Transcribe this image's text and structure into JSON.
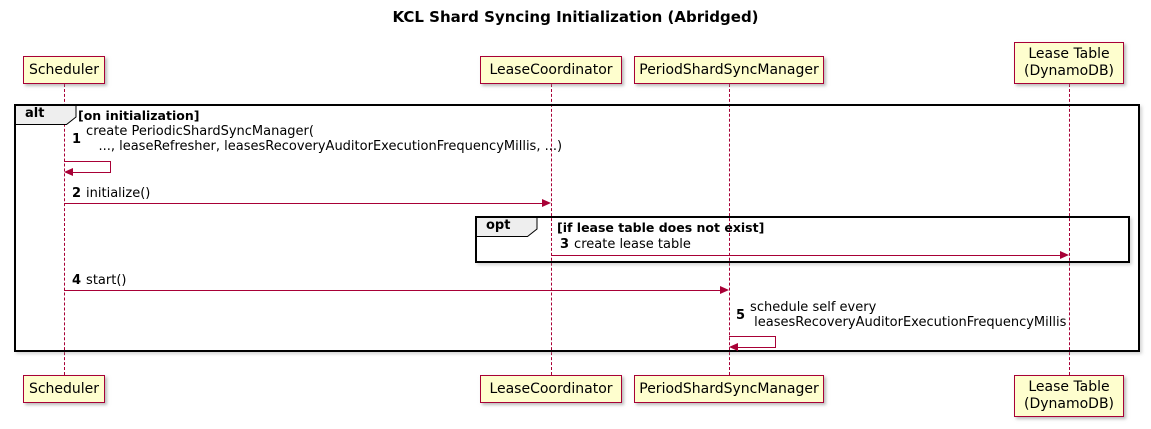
{
  "title": "KCL Shard Syncing Initialization (Abridged)",
  "colors": {
    "participant_fill": "#FEFECE",
    "participant_border": "#A80036",
    "lifeline": "#A80036",
    "arrow": "#A80036",
    "frame_border": "#000000",
    "tab_fill": "#EEEEEE"
  },
  "participants": [
    {
      "label": "Scheduler"
    },
    {
      "label": "LeaseCoordinator"
    },
    {
      "label": "PeriodShardSyncManager"
    },
    {
      "label": "Lease Table\n(DynamoDB)"
    }
  ],
  "frames": {
    "alt": {
      "keyword": "alt",
      "condition": "[on initialization]"
    },
    "opt": {
      "keyword": "opt",
      "condition": "[if lease table does not exist]"
    }
  },
  "messages": [
    {
      "num": "1",
      "text": "create PeriodicShardSyncManager(\n   ..., leaseRefresher, leasesRecoveryAuditorExecutionFrequencyMillis, ...)"
    },
    {
      "num": "2",
      "text": "initialize()"
    },
    {
      "num": "3",
      "text": "create lease table"
    },
    {
      "num": "4",
      "text": "start()"
    },
    {
      "num": "5",
      "text": "schedule self every\n leasesRecoveryAuditorExecutionFrequencyMillis"
    }
  ]
}
